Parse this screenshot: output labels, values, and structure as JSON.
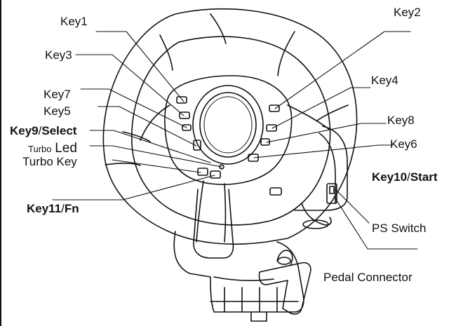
{
  "labels": {
    "key1": "Key1",
    "key2": "Key2",
    "key3": "Key3",
    "key4": "Key4",
    "key7": "Key7",
    "key5": "Key5",
    "key8": "Key8",
    "key6": "Key6",
    "key9": "Key9",
    "select": "Select",
    "turbo_led_prefix": "Turbo",
    "turbo_led_suffix": "Led",
    "turbo_key": "Turbo Key",
    "key10": "Key10",
    "start": "Start",
    "key11": "Key11",
    "fn": "Fn",
    "ps_switch": "PS Switch",
    "pedal_connector": "Pedal Connector",
    "slash": "/"
  },
  "colors": {
    "line": "#111111",
    "background": "#ffffff"
  }
}
